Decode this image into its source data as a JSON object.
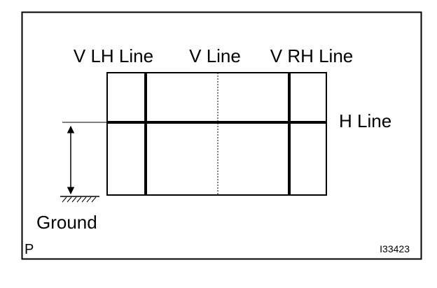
{
  "labels": {
    "v_lh_line": "V LH Line",
    "v_line": "V Line",
    "v_rh_line": "V RH Line",
    "h_line": "H Line",
    "ground": "Ground",
    "corner_letter": "P",
    "figure_code": "I33423"
  },
  "colors": {
    "ink": "#000000",
    "background": "#ffffff"
  }
}
